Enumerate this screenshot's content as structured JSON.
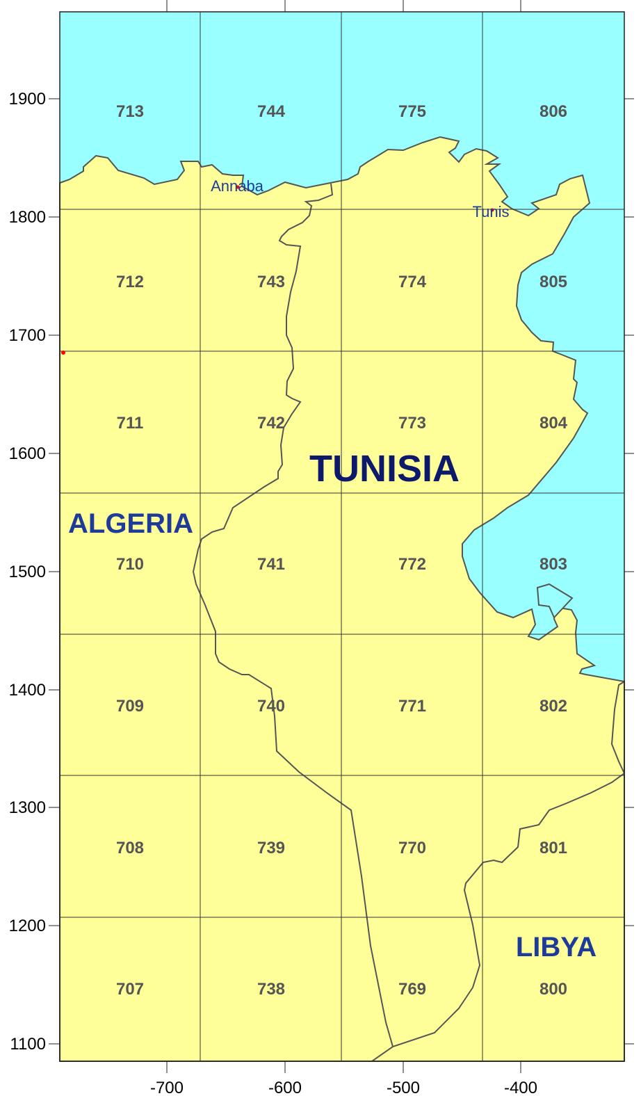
{
  "colors": {
    "sea": "#99FFFF",
    "land": "#FFFF99",
    "border": "#555555",
    "grid": "#333333",
    "country_label": "#1F3B9A",
    "tunisia_label": "#0D1A6B",
    "city_marker": "#FF0000"
  },
  "axes": {
    "x_ticks": [
      "-700",
      "-600",
      "-500",
      "-400"
    ],
    "y_ticks": [
      "1900",
      "1800",
      "1700",
      "1600",
      "1500",
      "1400",
      "1300",
      "1200",
      "1100"
    ]
  },
  "grid_cells": [
    [
      "713",
      "744",
      "775",
      "806"
    ],
    [
      "712",
      "743",
      "774",
      "805"
    ],
    [
      "711",
      "742",
      "773",
      "804"
    ],
    [
      "710",
      "741",
      "772",
      "803"
    ],
    [
      "709",
      "740",
      "771",
      "802"
    ],
    [
      "708",
      "739",
      "770",
      "801"
    ],
    [
      "707",
      "738",
      "769",
      "800"
    ]
  ],
  "countries": {
    "algeria": "ALGERIA",
    "tunisia": "TUNISIA",
    "libya": "LIBYA"
  },
  "cities": {
    "annaba": "Annaba",
    "tunis": "Tunis"
  }
}
